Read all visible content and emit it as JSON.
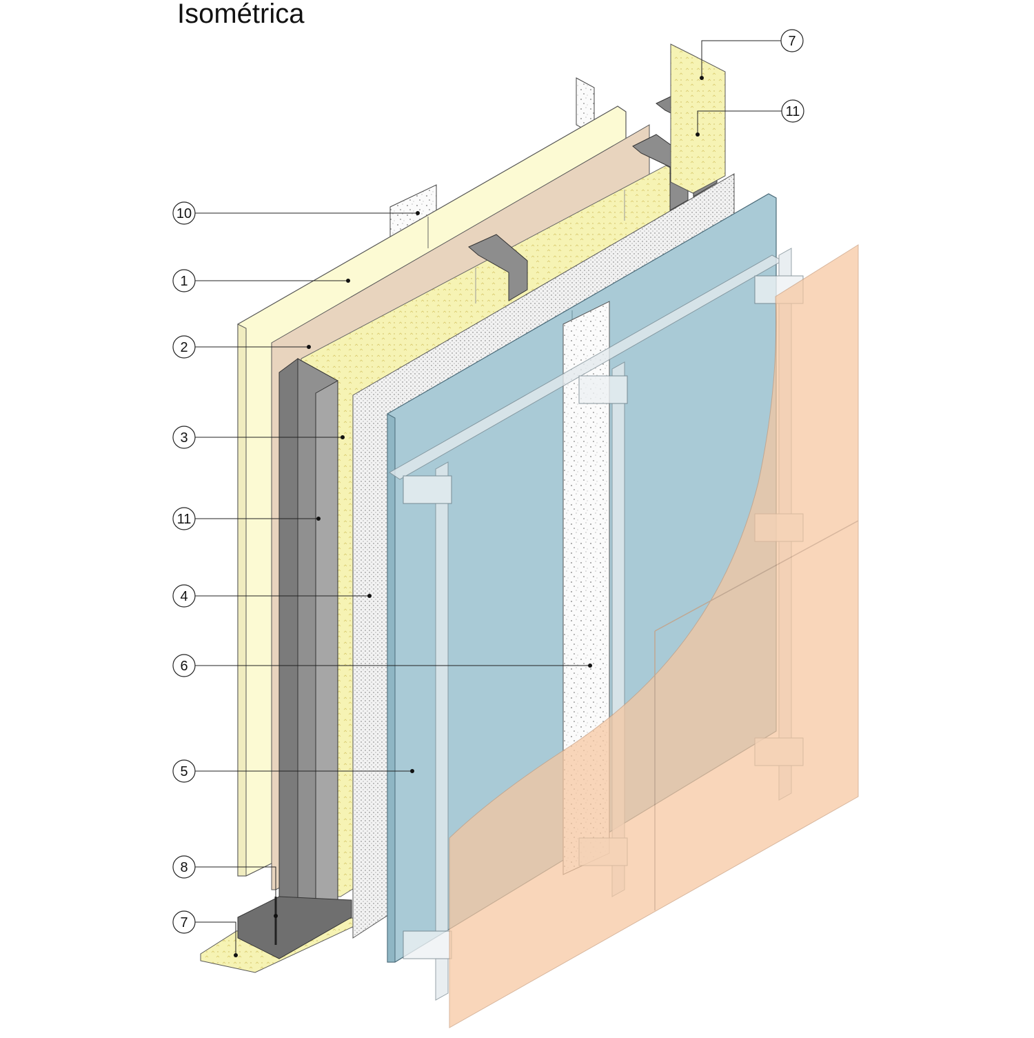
{
  "title": "Isométrica",
  "callouts": [
    {
      "id": "c7-top",
      "label": "7"
    },
    {
      "id": "c11-top",
      "label": "11"
    },
    {
      "id": "c10",
      "label": "10"
    },
    {
      "id": "c1",
      "label": "1"
    },
    {
      "id": "c2",
      "label": "2"
    },
    {
      "id": "c3",
      "label": "3"
    },
    {
      "id": "c11",
      "label": "11"
    },
    {
      "id": "c4",
      "label": "4"
    },
    {
      "id": "c6",
      "label": "6"
    },
    {
      "id": "c5",
      "label": "5"
    },
    {
      "id": "c8",
      "label": "8"
    },
    {
      "id": "c7-bottom",
      "label": "7"
    }
  ],
  "colors": {
    "gypsum_board": "#fdfbd6",
    "membrane": "#e8d5bf",
    "insulation": "#f5f3b3",
    "steel": "#8a8a8a",
    "breather_membrane": "#f1f1f1",
    "sheathing_board": "#a9cad6",
    "joint_tape": "#f4f4f4",
    "cladding": "#f7c9a4",
    "brackets": "#e6ecef"
  }
}
